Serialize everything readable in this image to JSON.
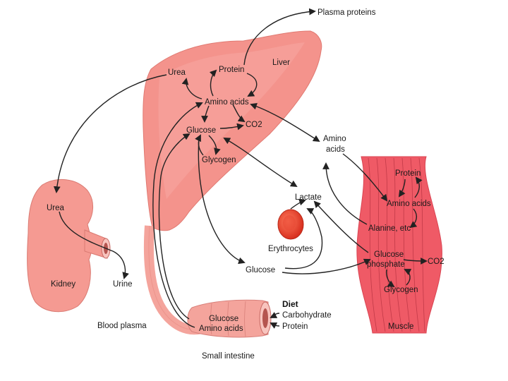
{
  "labels": {
    "plasma_proteins": "Plasma proteins",
    "liver": "Liver",
    "urea_liver": "Urea",
    "protein_liver": "Protein",
    "amino_acids_liver": "Amino acids",
    "co2_liver": "CO2",
    "glucose_liver": "Glucose",
    "glycogen_liver": "Glycogen",
    "amino_acids_plasma_1": "Amino",
    "amino_acids_plasma_2": "acids",
    "lactate": "Lactate",
    "erythrocytes": "Erythrocytes",
    "glucose_plasma": "Glucose",
    "urea_kidney": "Urea",
    "kidney": "Kidney",
    "urine": "Urine",
    "blood_plasma": "Blood plasma",
    "glucose_intestine": "Glucose",
    "amino_acids_intestine": "Amino acids",
    "small_intestine": "Small intestine",
    "diet": "Diet",
    "carbohydrate": "Carbohydrate",
    "protein_diet": "Protein",
    "protein_muscle": "Protein",
    "amino_acids_muscle": "Amino acids",
    "alanine": "Alanine, etc",
    "glucose_phosphate_1": "Glucose",
    "glucose_phosphate_2": "phosphate",
    "co2_muscle": "CO2",
    "glycogen_muscle": "Glycogen",
    "muscle": "Muscle"
  },
  "colors": {
    "liver": "#f4938c",
    "liver_light": "#f8b4ae",
    "kidney": "#f59a92",
    "intestine": "#f4a49c",
    "muscle": "#ef5a66",
    "erythrocyte": "#e8402e",
    "arrow": "#222222"
  }
}
